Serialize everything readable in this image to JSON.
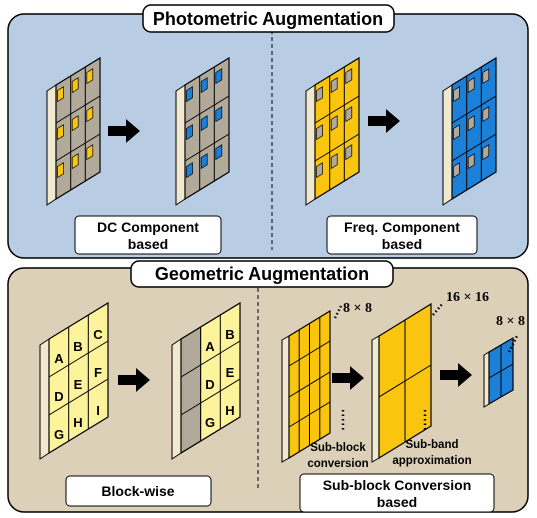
{
  "photometric": {
    "title": "Photometric Augmentation",
    "dc_label": [
      "DC Component",
      "based"
    ],
    "freq_label": [
      "Freq. Component",
      "based"
    ]
  },
  "geometric": {
    "title": "Geometric Augmentation",
    "blockwise_label": "Block-wise",
    "subblock_label": [
      "Sub-block Conversion",
      "based"
    ],
    "block_letters": [
      "A",
      "B",
      "C",
      "D",
      "E",
      "F",
      "G",
      "H",
      "I"
    ],
    "size_8": "8 × 8",
    "size_16": "16 × 16",
    "subblock_conversion": [
      "Sub-block",
      "conversion"
    ],
    "subband_approximation": [
      "Sub-band",
      "approximation"
    ]
  },
  "colors": {
    "photometric_bg": "#b8cce4",
    "geometric_bg": "#ddd0b8",
    "gray_cell": "#b1a99a",
    "yellow": "#f9c50f",
    "blue": "#1c80d8",
    "light_yellow": "#fdf39b",
    "spine": "#f1e9cf"
  },
  "icons": [
    "arrow-right-icon"
  ]
}
